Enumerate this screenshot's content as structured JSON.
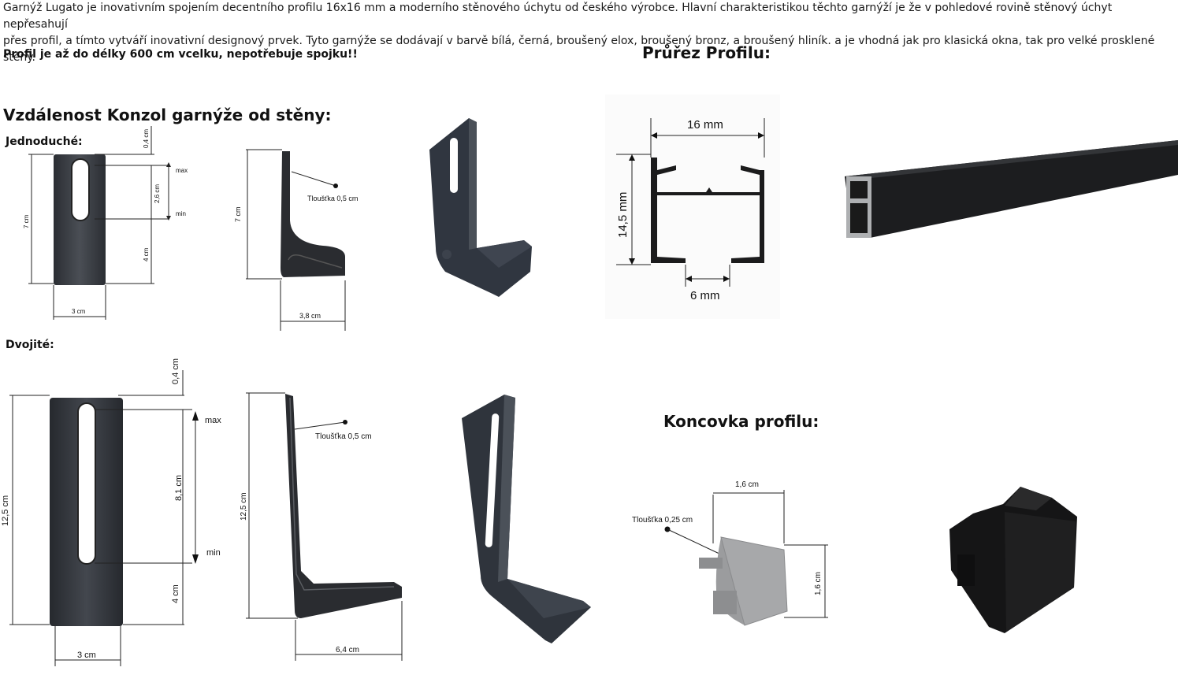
{
  "intro": {
    "line1": "Garnýž Lugato je inovativním spojením decentního profilu 16x16 mm a moderního stěnového úchytu od českého výrobce. Hlavní charakteristikou těchto garnýží je že v pohledové rovině stěnový úchyt nepřesahují",
    "line2": "přes profil, a tímto vytváří inovativní designový prvek. Tyto garnýže se dodávají v barvě bílá, černá, broušený elox, broušený bronz, a broušený hliník. a je vhodná jak pro klasická okna, tak pro velké prosklené stěny."
  },
  "profile_note": "Profil je až do délky 600 cm vcelku, nepotřebuje spojku!!",
  "headings": {
    "distance": "Vzdálenost Konzol garnýže od stěny:",
    "cross_section": "Průřez Profilu:",
    "end_cap": "Koncovka profilu:"
  },
  "single": {
    "label": "Jednoduché:",
    "top_gap": "0,4 cm",
    "height": "7 cm",
    "slot": "2,6 cm",
    "max": "max",
    "min": "min",
    "bottom": "4 cm",
    "width": "3 cm",
    "side_height": "7 cm",
    "thickness": "Tloušťka 0,5 cm",
    "depth": "3,8 cm"
  },
  "double": {
    "label": "Dvojité:",
    "top_gap": "0,4 cm",
    "height": "12,5 cm",
    "slot": "8,1 cm",
    "max": "max",
    "min": "min",
    "bottom": "4 cm",
    "width": "3 cm",
    "side_height": "12,5 cm",
    "thickness": "Tloušťka 0,5 cm",
    "depth": "6,4 cm"
  },
  "cross_section": {
    "width": "16 mm",
    "height": "14,5 mm",
    "opening": "6 mm"
  },
  "end_cap": {
    "thickness": "Tloušťka 0,25 cm",
    "width": "1,6 cm",
    "height": "1,6 cm"
  },
  "colors": {
    "bracket": "#2f343b",
    "bracket_light": "#3b414a",
    "profile": "#1c1d1f",
    "cap_grey": "#9a9b9d"
  }
}
